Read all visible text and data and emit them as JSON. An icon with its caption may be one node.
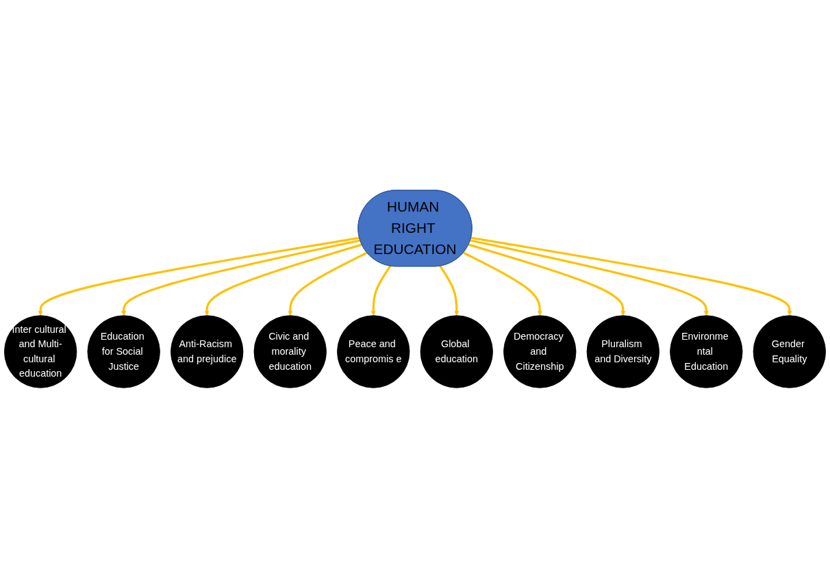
{
  "diagram": {
    "nodes": [
      {
        "text": [
          "HUMAN RIGHT EDUCATION"
        ]
      },
      {
        "text": [
          "Education for Social Justice"
        ]
      },
      {
        "text": [
          "Anti-Racism and prejudice"
        ]
      },
      {
        "text": [
          "Civic and morality education"
        ]
      },
      {
        "text": [
          "Inter cultural and Multi-cultural education"
        ]
      },
      {
        "text": [
          "Peace and compromis e"
        ]
      },
      {
        "text": [
          "Gender Equality"
        ]
      },
      {
        "text": [
          "Global education"
        ]
      },
      {
        "text": [
          "Democracy and Citizenship"
        ]
      },
      {
        "text": [
          "Environme ntal Education"
        ]
      },
      {
        "text": [
          "Pluralism and Diversity"
        ]
      }
    ],
    "edges": [
      {
        "from": 0,
        "to": 4,
        "arrow": "to"
      },
      {
        "from": 0,
        "to": 1,
        "arrow": "to"
      },
      {
        "from": 0,
        "to": 2,
        "arrow": "to"
      },
      {
        "from": 0,
        "to": 3,
        "arrow": "to"
      },
      {
        "from": 0,
        "to": 5,
        "arrow": "to"
      },
      {
        "from": 0,
        "to": 7,
        "arrow": "to"
      },
      {
        "from": 0,
        "to": 8,
        "arrow": "to"
      },
      {
        "from": 0,
        "to": 10,
        "arrow": "to"
      },
      {
        "from": 0,
        "to": 9,
        "arrow": "to"
      },
      {
        "from": 0,
        "to": 6,
        "arrow": "to"
      }
    ]
  }
}
